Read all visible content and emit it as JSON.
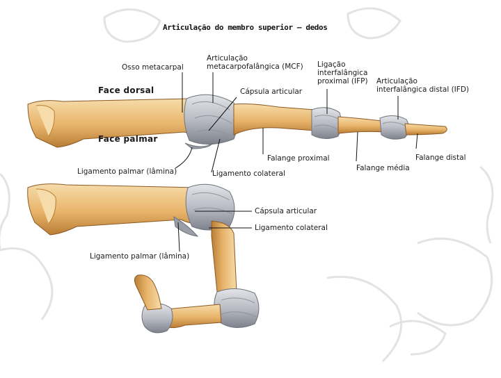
{
  "title": "Articulação do membro superior – dedos",
  "labels": {
    "osso_metacarpal": "Osso metacarpal",
    "articulacao_mcf": "Articulação\nmetacarpofalângica (MCF)",
    "ligacao_ifp": "Ligação\ninterfalângica\nproximal (IFP)",
    "articulacao_ifd": "Articulação\ninterfalângica distal (IFD)",
    "face_dorsal": "Face dorsal",
    "capsula_articular_top": "Cápsula articular",
    "face_palmar": "Face palmar",
    "falange_distal": "Falange distal",
    "falange_proximal": "Falange proximal",
    "falange_media": "Falange média",
    "ligamento_palmar_top": "Ligamento palmar (lâmina)",
    "ligamento_colateral_top": "Ligamento colateral",
    "capsula_articular_bottom": "Cápsula articular",
    "ligamento_colateral_bottom": "Ligamento colateral",
    "ligamento_palmar_bottom": "Ligamento palmar (lâmina)"
  },
  "colors": {
    "bone": "#e8b46a",
    "bone_light": "#f6dcaa",
    "bone_dark": "#b97d35",
    "ligament": "#b9bcc4",
    "ligament_dark": "#7e828c",
    "watermark": "#e3e3e3"
  }
}
